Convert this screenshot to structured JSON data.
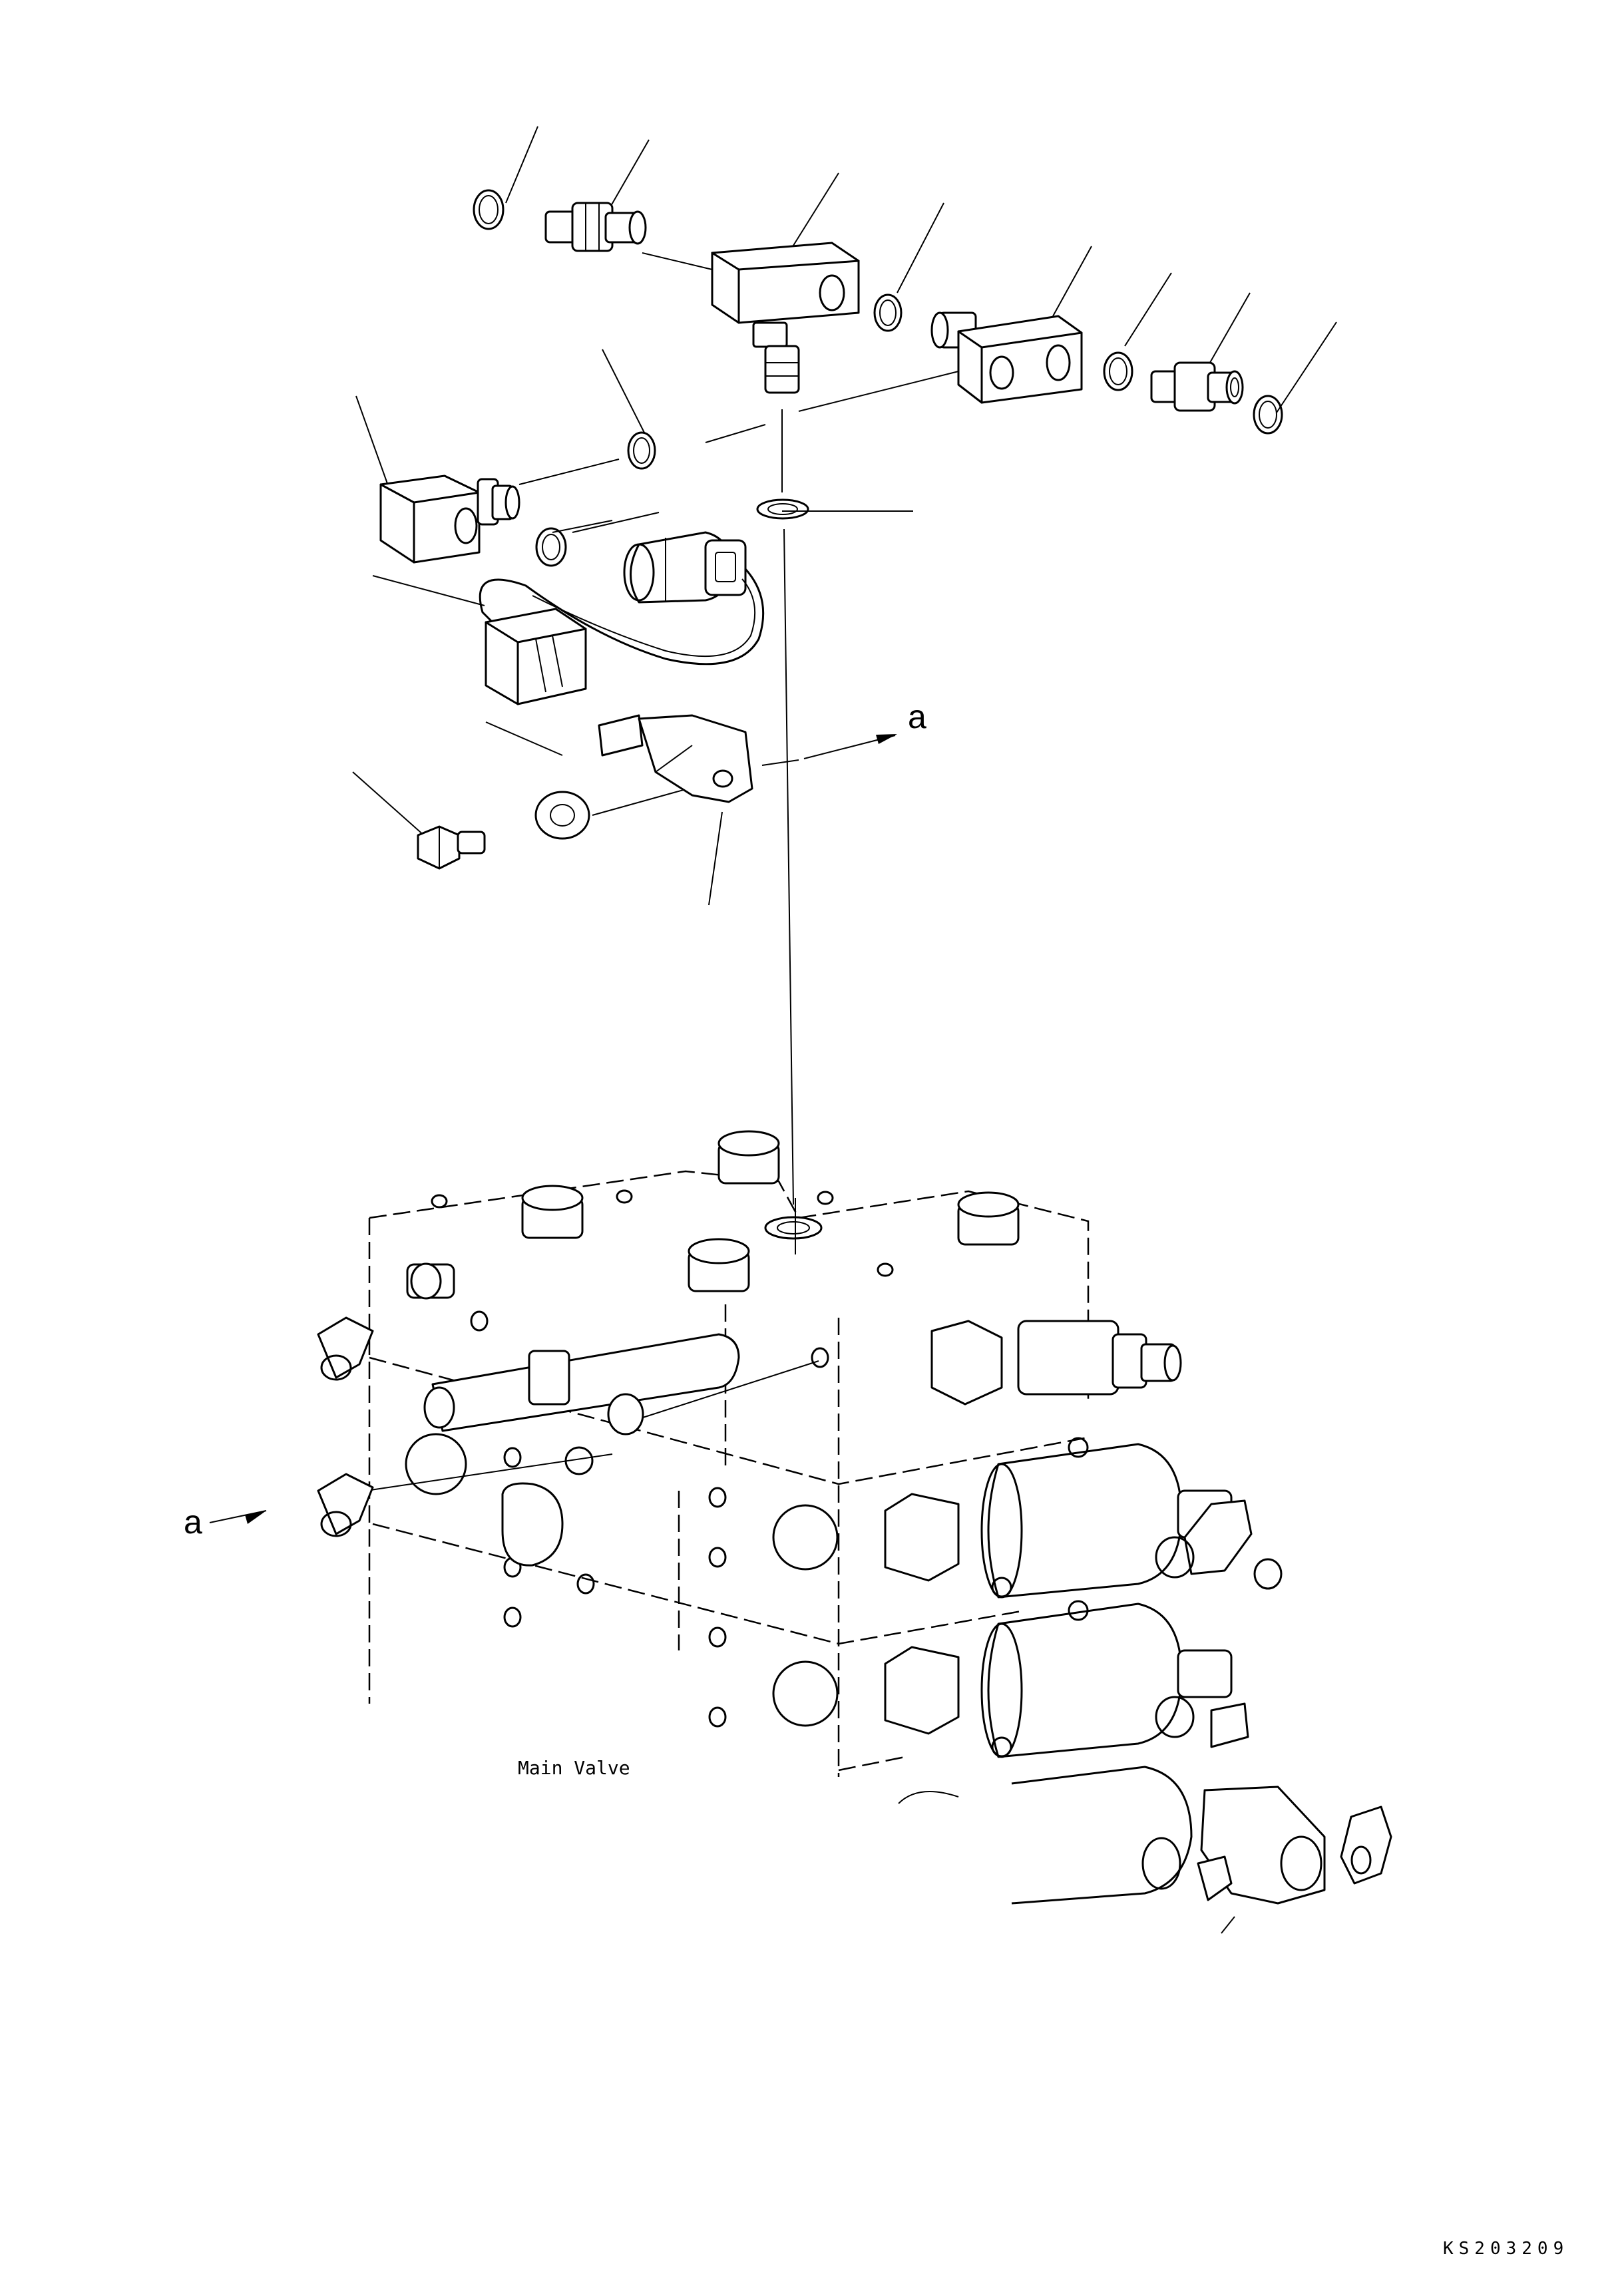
{
  "labels": {
    "main_valve": "Main Valve",
    "arrow_top": "a",
    "arrow_left": "a",
    "drawing_code": "KS203209"
  }
}
